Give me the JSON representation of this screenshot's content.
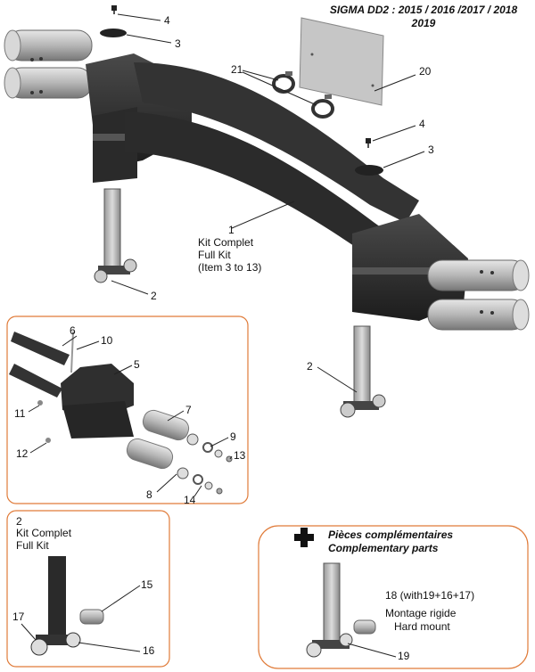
{
  "title_line1": "SIGMA DD2 : 2015 / 2016 /2017 / 2018",
  "title_line2": "2019",
  "callouts": {
    "c4_top": "4",
    "c3_top": "3",
    "c21": "21",
    "c20": "20",
    "c4_mid": "4",
    "c3_mid": "3",
    "c1": "1",
    "kit_complet": "Kit Complet",
    "full_kit": "Full Kit",
    "items_range": "(Item 3 to 13)",
    "c2_left": "2",
    "c2_right": "2",
    "c6": "6",
    "c10": "10",
    "c5": "5",
    "c7": "7",
    "c11": "11",
    "c9": "9",
    "c12": "12",
    "c13": "13",
    "c8": "8",
    "c14": "14"
  },
  "kit_box": {
    "num": "2",
    "line1": "Kit Complet",
    "line2": "Full Kit",
    "c15": "15",
    "c17": "17",
    "c16": "16"
  },
  "complementary": {
    "plus_icon": "plus-icon",
    "line1": "Pièces complémentaires",
    "line2": "Complementary parts",
    "item18": "18 (with19+16+17)",
    "montage": "Montage rigide",
    "hard_mount": "Hard mount",
    "c19": "19"
  },
  "colors": {
    "frame": "#2d2d2d",
    "tube": "#b9b9b9",
    "plate": "#c4c4c4",
    "box_border": "#e07b39"
  }
}
